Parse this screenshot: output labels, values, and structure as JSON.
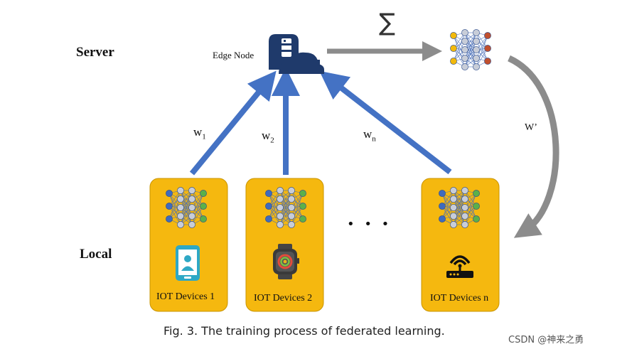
{
  "rows": {
    "server": "Server",
    "local": "Local"
  },
  "edge_node": {
    "label": "Edge Node"
  },
  "aggregate": {
    "symbol": "∑"
  },
  "global_weight": {
    "label": "W’"
  },
  "weights": [
    {
      "base": "w",
      "sub": "1"
    },
    {
      "base": "w",
      "sub": "2"
    },
    {
      "base": "w",
      "sub": "n"
    }
  ],
  "devices": [
    {
      "label": "IOT Devices 1",
      "icon": "smartphone-icon"
    },
    {
      "label": "IOT Devices 2",
      "icon": "smartwatch-icon"
    },
    {
      "label": "IOT Devices n",
      "icon": "router-icon"
    }
  ],
  "ellipsis": "• • •",
  "caption": "Fig. 3.  The training process of federated learning.",
  "watermark": "CSDN @神来之勇",
  "colors": {
    "device_box": "#F5B80F",
    "device_box_border": "#C99400",
    "arrow_blue": "#4472C4",
    "arrow_gray": "#8C8C8C",
    "node_blue": "#3F6BBE",
    "node_green": "#5BB04A",
    "node_gray": "#C8CDD8",
    "node_yellow": "#F2B90C",
    "node_red": "#C0502F",
    "dark_navy": "#1F3A6B"
  }
}
